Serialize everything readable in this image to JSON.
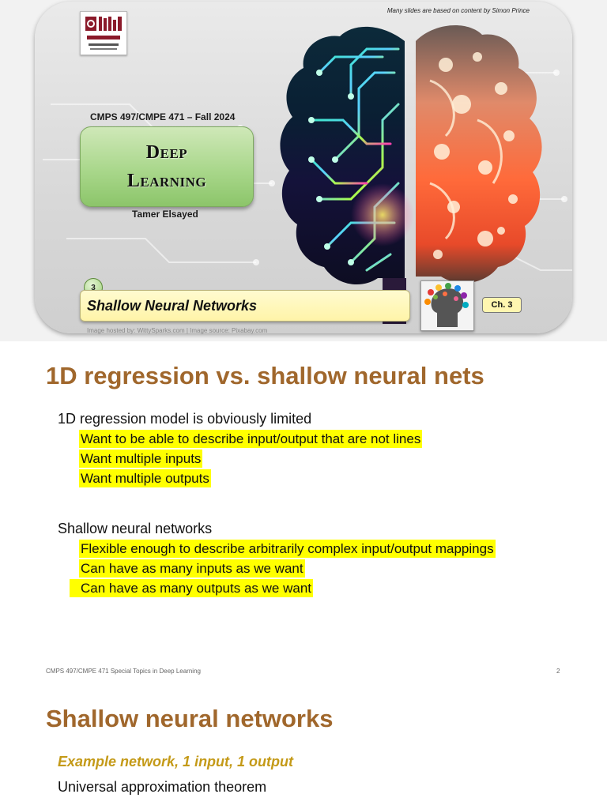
{
  "slide1": {
    "credit_top": "Many slides are based on content by Simon Prince",
    "course_code": "CMPS 497/CMPE 471 – Fall 2024",
    "title_line1": "Deep",
    "title_line2": "Learning",
    "author": "Tamer Elsayed",
    "chapter_number": "3",
    "topic": "Shallow Neural Networks",
    "image_credit": "Image hosted by: WittySparks.com | Image source: Pixabay.com",
    "chapter_badge": "Ch. 3"
  },
  "slide2": {
    "title": "1D regression vs. shallow neural nets",
    "group1_heading": "1D regression model is obviously limited",
    "group1_items": [
      "Want to be able to describe input/output that are not lines",
      "Want multiple inputs",
      "Want multiple outputs"
    ],
    "group2_heading": "Shallow neural networks",
    "group2_items": [
      "Flexible enough to describe arbitrarily complex input/output mappings",
      "Can have as many inputs as we want",
      "Can have as many outputs as we want"
    ],
    "footer_left": "CMPS 497/CMPE 471 Special Topics in Deep Learning",
    "footer_page": "2"
  },
  "slide3": {
    "title": "Shallow neural networks",
    "subheading": "Example network, 1 input, 1 output",
    "line1": "Universal approximation theorem"
  },
  "colors": {
    "title_brown": "#a0672c",
    "highlight_yellow": "#ffff00",
    "subheading_gold": "#c49a18"
  }
}
